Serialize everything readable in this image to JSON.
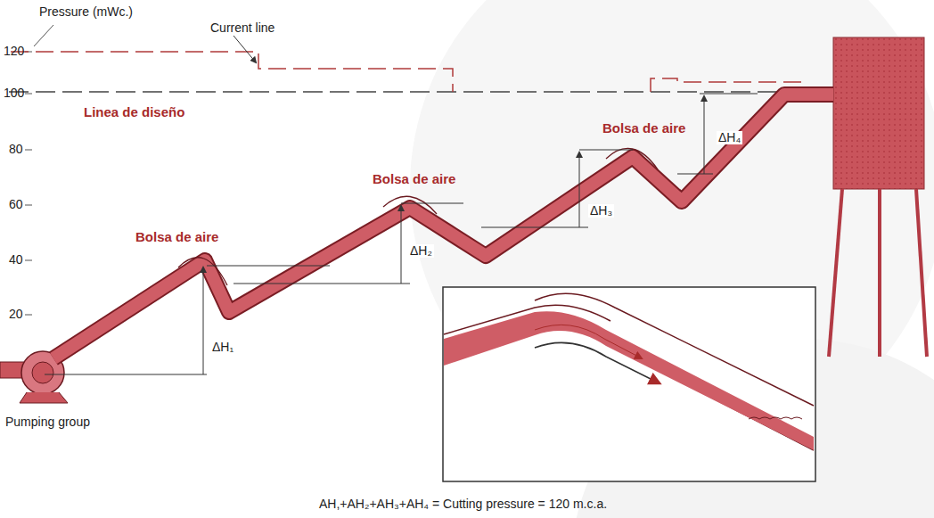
{
  "diagram": {
    "caption": "AH,+AH₂+AH₃+AH₄ = Cutting pressure = 120 m.c.a.",
    "labels": [
      "Pressure (mWc.)",
      "120",
      "100",
      "80",
      "60",
      "40",
      "20",
      "Current line",
      "Linea de diseño",
      "Bolsa de aire",
      "Bolsa de aire",
      "Bolsa de aire",
      "ΔH₁",
      "ΔH₂",
      "ΔH₃",
      "ΔH₄",
      "Pumping group"
    ]
  }
}
